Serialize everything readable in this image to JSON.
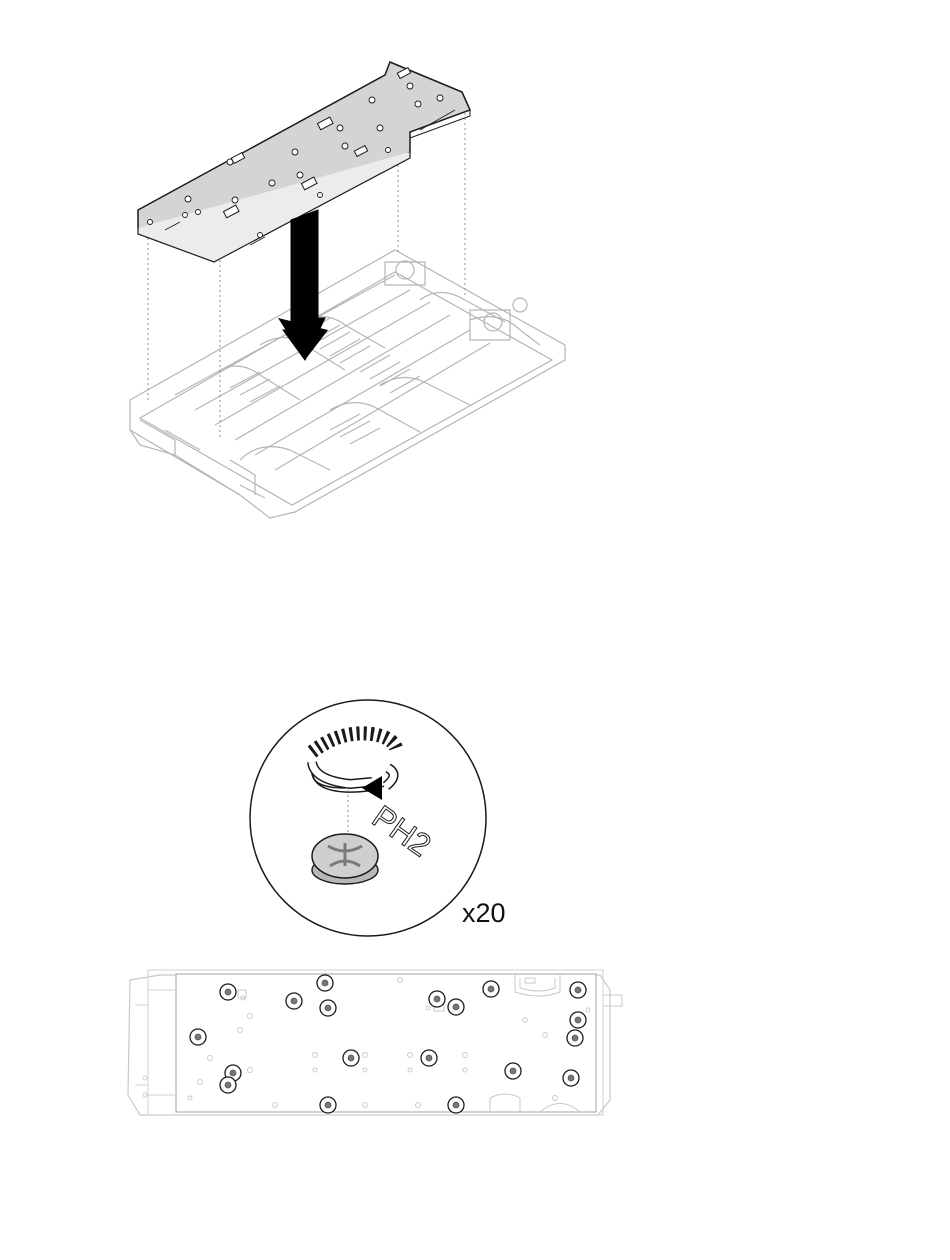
{
  "step1": {
    "illustration": "install-cover-plate"
  },
  "step2": {
    "bit_label": "PH2",
    "screw_count_label": "x20",
    "screw_count": 20,
    "rotation": "clockwise"
  },
  "colors": {
    "line": "#1a1a1a",
    "light_line": "#8c8c8c",
    "faint_line": "#c8c8c8",
    "plate_fill": "#d4d4d4",
    "screw_fill": "#c9c9c9",
    "arrow": "#000000"
  }
}
